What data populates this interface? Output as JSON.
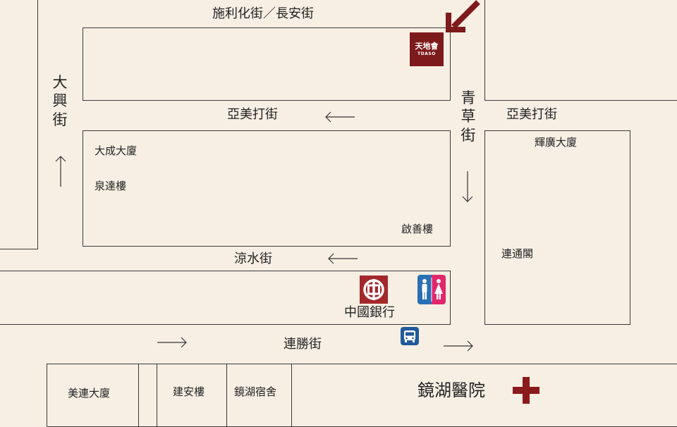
{
  "streets": {
    "top": "施利化街／長安街",
    "left_vertical": [
      "大",
      "興",
      "街"
    ],
    "middle_vertical": [
      "青",
      "草",
      "街"
    ],
    "ya_mei_left": "亞美打街",
    "ya_mei_right": "亞美打街",
    "leung_shui": "涼水街",
    "lin_seng": "連勝街"
  },
  "buildings": {
    "tai_seng": "大成大廈",
    "chun_tat": "泉達樓",
    "kai_sin": "啟善樓",
    "fai_kwong": "輝廣大廈",
    "lin_tong": "連通閣",
    "mei_lin": "美連大廈",
    "kin_on": "建安樓",
    "keng_wu_dorm": "鏡湖宿舍",
    "hospital": "鏡湖醫院"
  },
  "poi": {
    "tdaso_logo_cn": "天地會",
    "tdaso_logo_en": "TDASO",
    "bank": "中國銀行"
  },
  "colors": {
    "background": "#f8efe4",
    "brand_maroon": "#7d1a1c",
    "bank_red": "#a3282c",
    "hospital_red": "#8b1a1d",
    "toilet_blue": "#2b6fb6",
    "toilet_pink": "#e2266b",
    "bus_blue": "#1f5a9a"
  },
  "icons": [
    "location-arrow-icon",
    "bank-of-china-icon",
    "toilet-icon",
    "bus-icon",
    "hospital-cross-icon",
    "traffic-arrow-icon"
  ]
}
